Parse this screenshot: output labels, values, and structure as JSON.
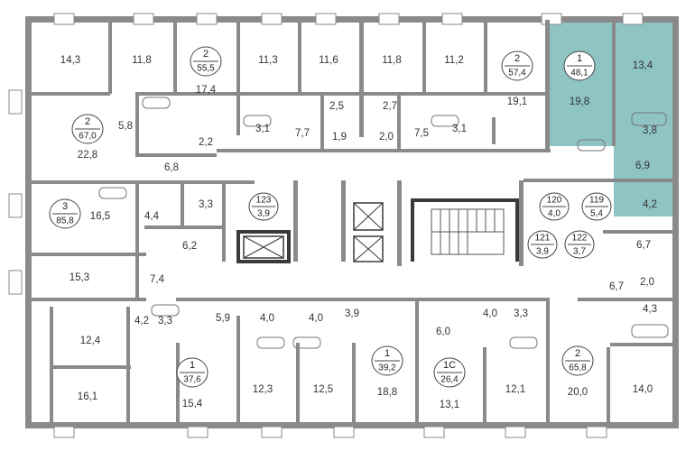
{
  "highlight_color": "#8fc4c4",
  "wall_color": "#8a8a8a",
  "apartments": [
    {
      "id": "a1",
      "type": "1",
      "area": "48,1"
    },
    {
      "id": "a2",
      "type": "2",
      "area": "55,5"
    },
    {
      "id": "a3",
      "type": "2",
      "area": "57,4"
    },
    {
      "id": "a4",
      "type": "2",
      "area": "67,0"
    },
    {
      "id": "a5",
      "type": "3",
      "area": "85,8"
    },
    {
      "id": "a6",
      "type": "123",
      "area": "3,9"
    },
    {
      "id": "a7",
      "type": "120",
      "area": "4,0"
    },
    {
      "id": "a8",
      "type": "119",
      "area": "5,4"
    },
    {
      "id": "a9",
      "type": "121",
      "area": "3,9"
    },
    {
      "id": "a10",
      "type": "122",
      "area": "3,7"
    },
    {
      "id": "a11",
      "type": "1",
      "area": "37,6"
    },
    {
      "id": "a12",
      "type": "1",
      "area": "39,2"
    },
    {
      "id": "a13",
      "type": "1С",
      "area": "26,4"
    },
    {
      "id": "a14",
      "type": "2",
      "area": "65,8"
    }
  ],
  "rooms": [
    "14,3",
    "11,8",
    "17,4",
    "11,3",
    "11,6",
    "11,8",
    "11,2",
    "19,1",
    "19,8",
    "13,4",
    "5,8",
    "2,2",
    "3,1",
    "2,5",
    "2,7",
    "7,7",
    "1,9",
    "2,0",
    "7,5",
    "3,1",
    "3,8",
    "6,9",
    "22,8",
    "6,8",
    "16,5",
    "4,4",
    "3,3",
    "4,2",
    "6,2",
    "6,7",
    "15,3",
    "7,4",
    "6,7",
    "2,0",
    "4,3",
    "12,4",
    "4,2",
    "3,3",
    "5,9",
    "4,0",
    "4,0",
    "3,9",
    "6,0",
    "4,0",
    "3,3",
    "16,1",
    "15,4",
    "12,3",
    "12,5",
    "18,8",
    "13,1",
    "12,1",
    "20,0",
    "14,0"
  ]
}
